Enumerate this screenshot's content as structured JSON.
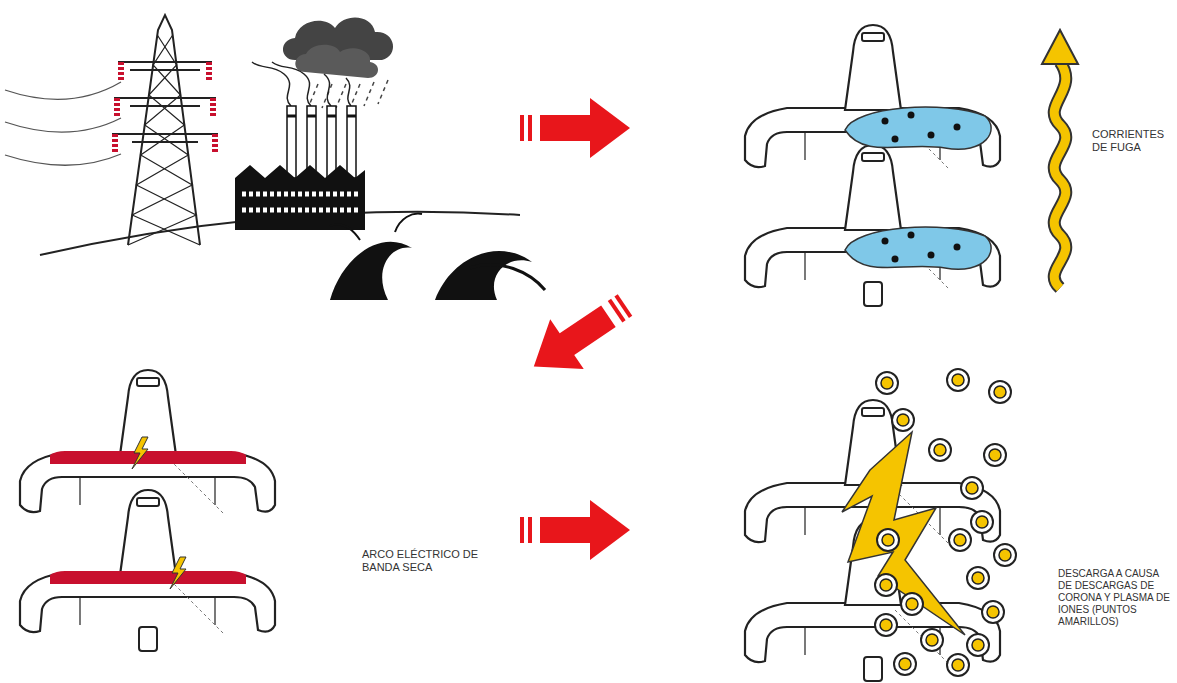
{
  "diagram": {
    "labels": [
      "CORRIENTES DE FUGA",
      "ARCO ELÉCTRICO DE BANDA SECA",
      "DESCARGA A CAUSA DE DESCARGAS DE CORONA Y PLASMA DE IONES (PUNTOS AMARILLOS)"
    ]
  }
}
